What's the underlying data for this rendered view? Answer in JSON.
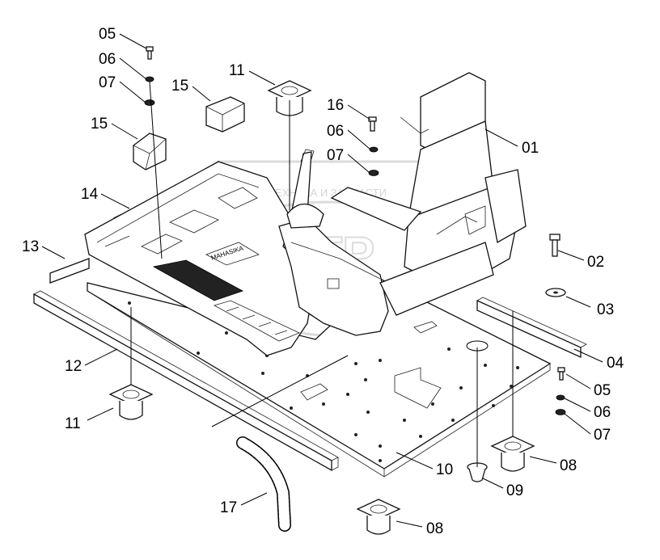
{
  "labels": {
    "l05a": "05",
    "l06a": "06",
    "l07a": "07",
    "l15a": "15",
    "l15b": "15",
    "l11a": "11",
    "l16": "16",
    "l06b": "06",
    "l07b": "07",
    "l01": "01",
    "l14": "14",
    "l02": "02",
    "l13": "13",
    "l03": "03",
    "l12": "12",
    "l04": "04",
    "l05b": "05",
    "l06c": "06",
    "l11b": "11",
    "l07c": "07",
    "l08a": "08",
    "l10": "10",
    "l09": "09",
    "l17": "17",
    "l08b": "08"
  },
  "nameplate_text": "MAHASIKA",
  "watermark_text": "ТЕХНИКА И ЗАПЧАСТИ",
  "colors": {
    "ink": "#000000",
    "watermark": "#cfcfcf",
    "background": "#ffffff"
  }
}
